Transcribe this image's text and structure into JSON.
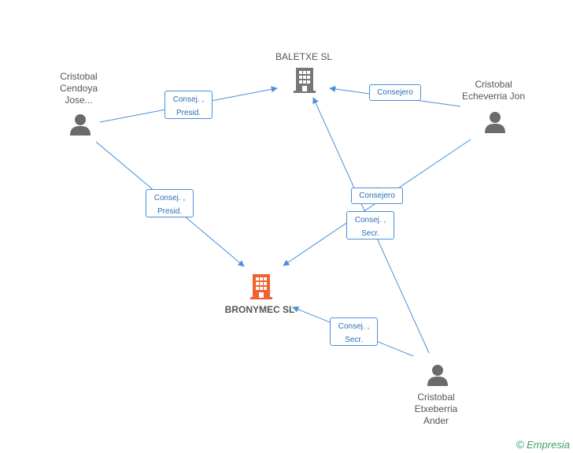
{
  "colors": {
    "edge": "#4a90d9",
    "company": "#777777",
    "company_main": "#f0622f",
    "person": "#6b6b6b"
  },
  "nodes": {
    "baletxe": {
      "label": "BALETXE SL",
      "kind": "company"
    },
    "bronymec": {
      "label": "BRONYMEC SL",
      "kind": "company-main"
    },
    "cendoya": {
      "label_lines": [
        "Cristobal",
        "Cendoya",
        "Jose..."
      ],
      "kind": "person"
    },
    "echeverria_jon": {
      "label_lines": [
        "Cristobal",
        "Echeverria Jon"
      ],
      "kind": "person"
    },
    "etxeberria_ander": {
      "label_lines": [
        "Cristobal",
        "Etxeberria",
        "Ander"
      ],
      "kind": "person"
    }
  },
  "edges": [
    {
      "from": "cendoya",
      "to": "baletxe",
      "label_lines": [
        "Consej. ,",
        "Presid."
      ]
    },
    {
      "from": "cendoya",
      "to": "bronymec",
      "label_lines": [
        "Consej. ,",
        "Presid."
      ]
    },
    {
      "from": "echeverria_jon",
      "to": "baletxe",
      "label_lines": [
        "Consejero"
      ]
    },
    {
      "from": "echeverria_jon",
      "to": "bronymec",
      "label_lines": [
        "Consejero"
      ]
    },
    {
      "from": "etxeberria_ander",
      "to": "baletxe",
      "label_lines": [
        "Consej. ,",
        "Secr."
      ]
    },
    {
      "from": "etxeberria_ander",
      "to": "bronymec",
      "label_lines": [
        "Consej. ,",
        "Secr."
      ]
    }
  ],
  "brand": {
    "copyright": "©",
    "name": "Empresia"
  }
}
